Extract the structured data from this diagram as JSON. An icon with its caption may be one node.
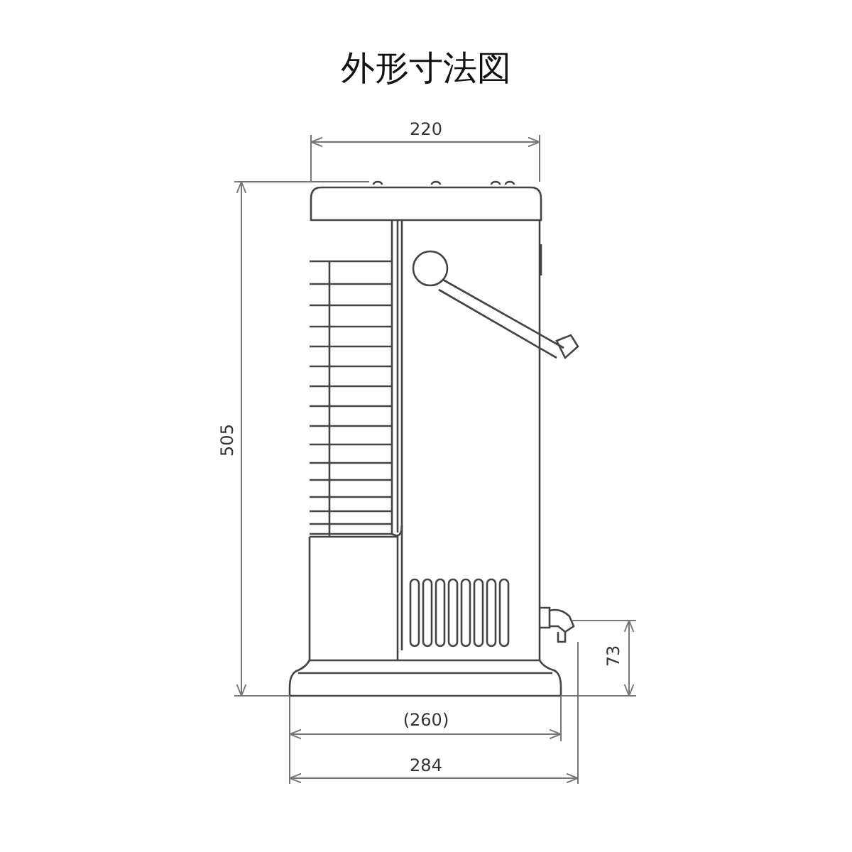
{
  "diagram": {
    "title": "外形寸法図",
    "labels": [
      "220",
      "505",
      "73",
      "(260)",
      "284"
    ]
  }
}
